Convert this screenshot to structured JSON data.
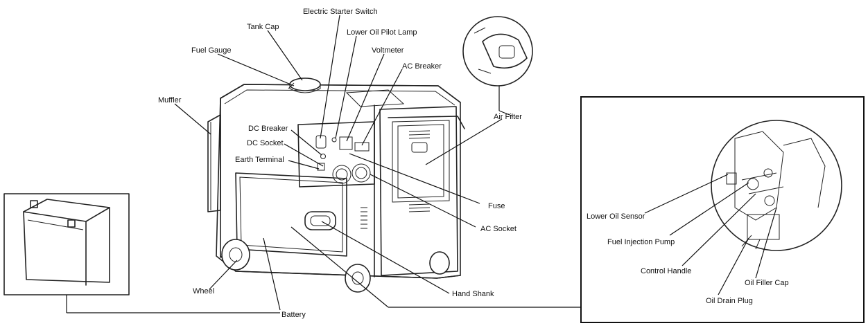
{
  "labels": {
    "electric_starter_switch": "Electric Starter Switch",
    "tank_cap": "Tank Cap",
    "lower_oil_pilot_lamp": "Lower Oil Pilot Lamp",
    "fuel_gauge": "Fuel Gauge",
    "voltmeter": "Voltmeter",
    "ac_breaker": "AC Breaker",
    "muffler": "Muffler",
    "air_filter": "Air Filter",
    "dc_breaker": "DC Breaker",
    "dc_socket": "DC Socket",
    "earth_terminal": "Earth Terminal",
    "fuse": "Fuse",
    "ac_socket": "AC Socket",
    "wheel": "Wheel",
    "hand_shank": "Hand Shank",
    "battery": "Battery",
    "lower_oil_sensor": "Lower Oil Sensor",
    "fuel_injection_pump": "Fuel Injection Pump",
    "control_handle": "Control Handle",
    "oil_filler_cap": "Oil Filler Cap",
    "oil_drain_plug": "Oil Drain Plug"
  }
}
